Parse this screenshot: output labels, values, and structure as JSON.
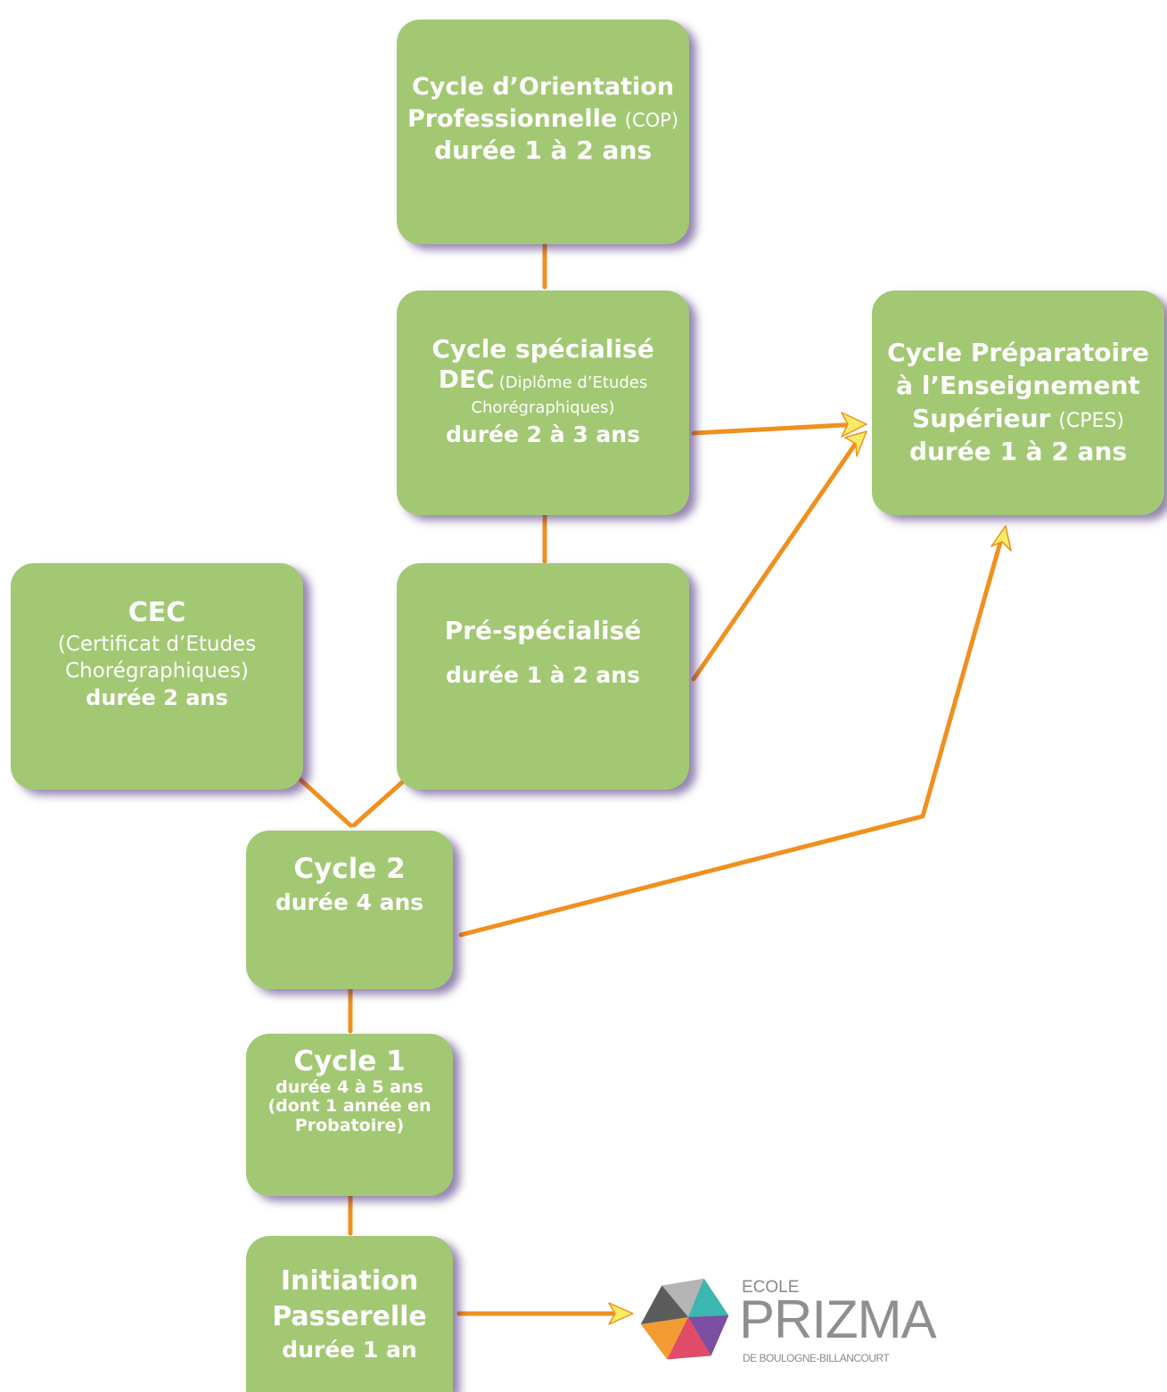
{
  "boxes": {
    "cop": {
      "title_line1": "Cycle d’Orientation",
      "title_line2": "Professionnelle",
      "abbr": "(COP)",
      "duration": "durée 1 à 2 ans"
    },
    "dec": {
      "title": "Cycle spécialisé",
      "abbr": "DEC",
      "full_name_line1": "(Diplôme d’Etudes",
      "full_name_line2": "Chorégraphiques)",
      "duration": "durée 2 à 3 ans"
    },
    "cpes": {
      "title_line1": "Cycle Préparatoire",
      "title_line2": "à l’Enseignement",
      "title_line3": "Supérieur",
      "abbr": "(CPES)",
      "duration": "durée 1 à 2 ans"
    },
    "cec": {
      "title": "CEC",
      "full_name_line1": "(Certificat d’Etudes",
      "full_name_line2": "Chorégraphiques)",
      "duration": "durée 2 ans"
    },
    "prespe": {
      "title": "Pré-spécialisé",
      "duration": "durée 1 à 2 ans"
    },
    "cycle2": {
      "title": "Cycle 2",
      "duration": "durée 4 ans"
    },
    "cycle1": {
      "title": "Cycle 1",
      "line1": "durée 4 à 5 ans",
      "line2": "(dont 1 année en",
      "line3": "Probatoire)"
    },
    "initiation": {
      "title_line1": "Initiation",
      "title_line2": "Passerelle",
      "duration": "durée 1 an"
    }
  },
  "logo": {
    "top": "ECOLE",
    "name": "PRIZMA",
    "subtitle": "DE BOULOGNE-BILLANCOURT"
  },
  "colors": {
    "box": "#a3c873",
    "arrow": "#f0901e",
    "arrowhead": "#f7ec66"
  }
}
